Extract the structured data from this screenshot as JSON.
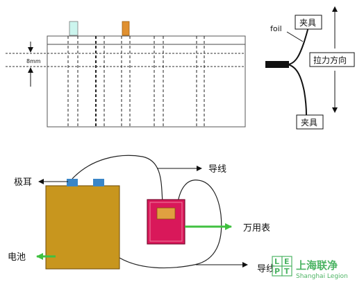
{
  "top_left": {
    "dimension_label": "8mm"
  },
  "top_right": {
    "foil_label": "foil",
    "clamp_top_label": "夹具",
    "clamp_bottom_label": "夹具",
    "pull_direction_label": "拉力方向"
  },
  "bottom": {
    "tab_label": "极耳",
    "battery_label": "电池",
    "wire_label_top": "导线",
    "wire_label_bottom": "导线",
    "multimeter_label": "万用表"
  },
  "watermark": {
    "logo_letters": "LEPT",
    "name": "上海联净",
    "subtitle": "Shanghai Legion"
  },
  "colors": {
    "tab_cyan": "#ccf5ee",
    "tab_orange": "#e09030",
    "battery_fill": "#c8961e",
    "battery_tab": "#3a86c8",
    "meter_outer": "#d9185a",
    "meter_inner": "#e0a040",
    "green_arrow": "#40c040",
    "watermark_green": "#2fa84a"
  }
}
